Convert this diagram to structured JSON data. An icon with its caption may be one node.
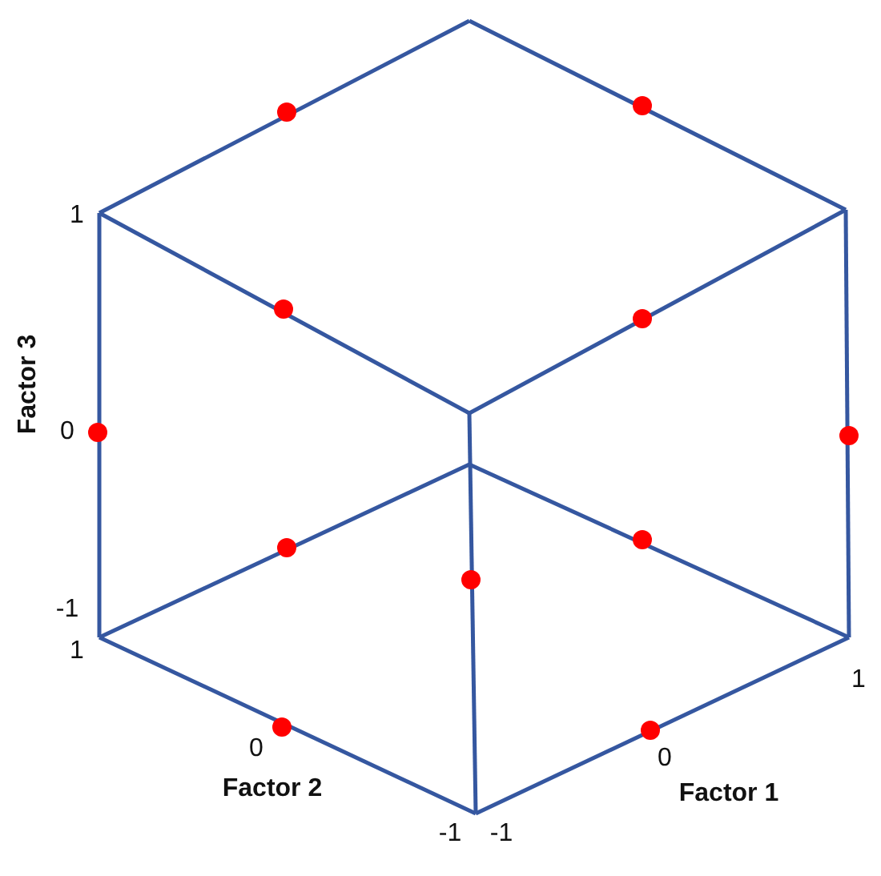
{
  "diagram": {
    "labels": [
      "1",
      "0",
      "-1",
      "Factor 3",
      "1",
      "0",
      "Factor 2",
      "-1",
      "-1",
      "0",
      "Factor 1",
      "1"
    ]
  }
}
